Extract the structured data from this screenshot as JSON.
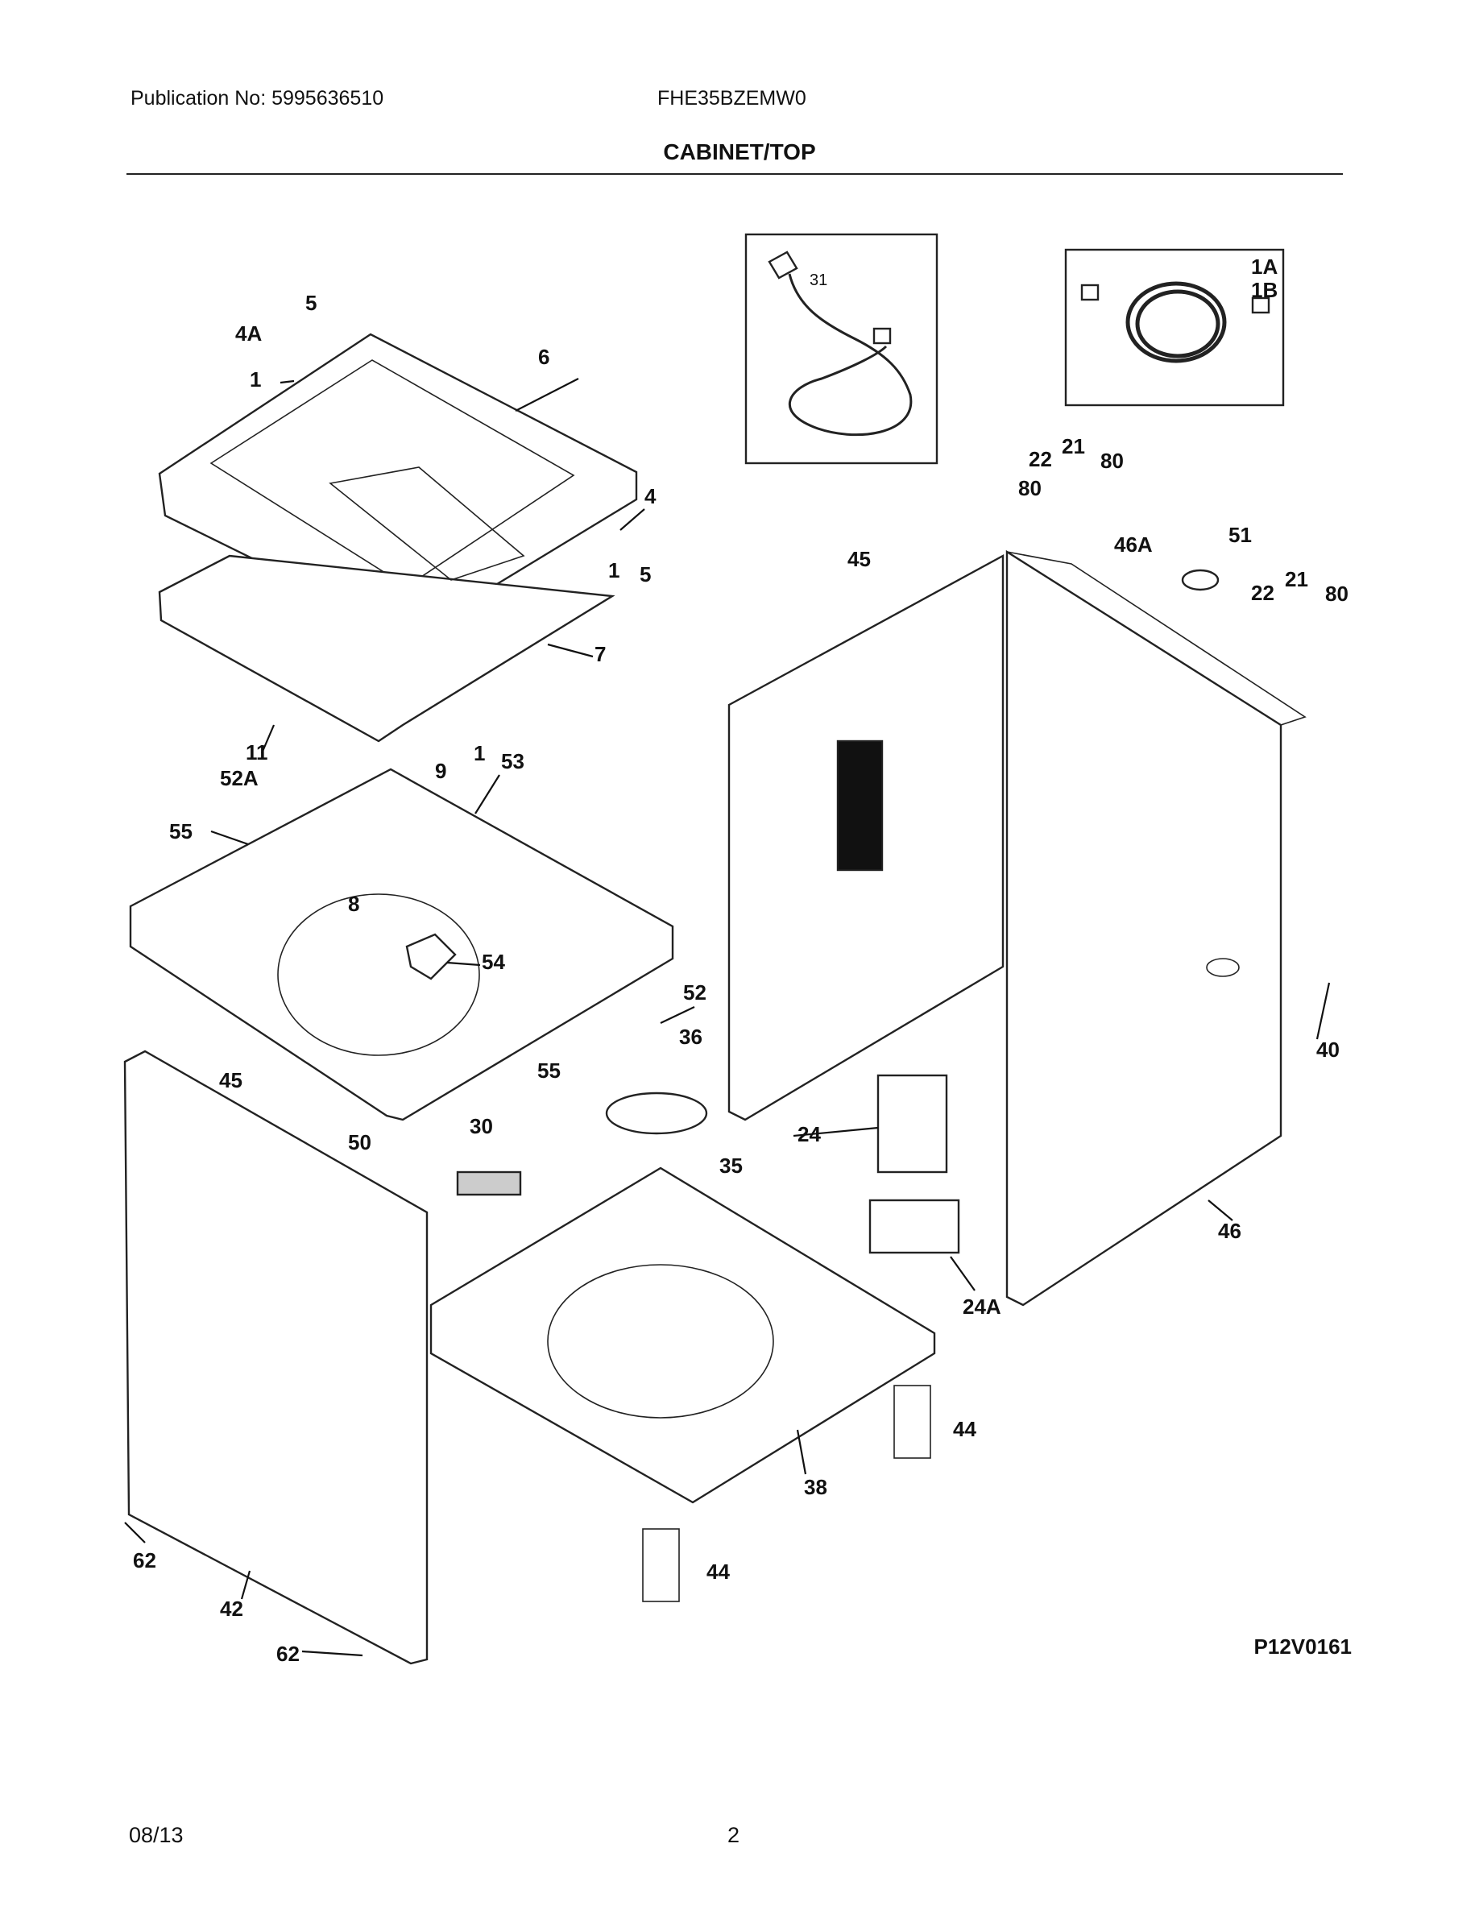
{
  "header": {
    "publication": "Publication No: 5995636510",
    "model": "FHE35BZEMW0",
    "section_title": "CABINET/TOP"
  },
  "diagram": {
    "figure_id": "P12V0161",
    "inset_labels": {
      "power_cord": "31",
      "hoses_a": "1A",
      "hoses_b": "1B"
    },
    "callouts": [
      "5",
      "4A",
      "1",
      "6",
      "4",
      "1",
      "5",
      "7",
      "11",
      "9",
      "1",
      "53",
      "52A",
      "55",
      "8",
      "54",
      "52",
      "36",
      "55",
      "45",
      "30",
      "35",
      "50",
      "45",
      "22",
      "21",
      "80",
      "80",
      "46A",
      "51",
      "22",
      "21",
      "80",
      "24",
      "40",
      "46",
      "24A",
      "44",
      "38",
      "44",
      "62",
      "42",
      "62"
    ]
  },
  "footer": {
    "date": "08/13",
    "page": "2"
  }
}
